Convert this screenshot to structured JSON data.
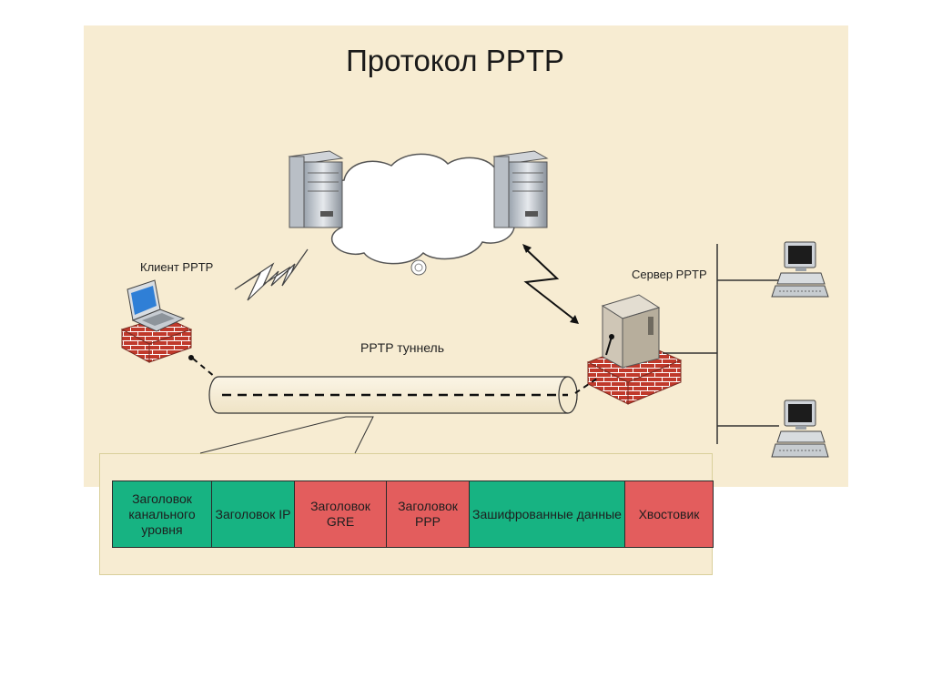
{
  "title": "Протокол PPTP",
  "labels": {
    "client": "Клиент PPTP",
    "server": "Сервер PPTP",
    "tunnel": "PPTP туннель"
  },
  "packet_fields": [
    {
      "text": "Заголовок канального уровня",
      "color": "#17b382"
    },
    {
      "text": "Заголовок IP",
      "color": "#17b382"
    },
    {
      "text": "Заголовок GRE",
      "color": "#e35d5d"
    },
    {
      "text": "Заголовок PPP",
      "color": "#e35d5d"
    },
    {
      "text": "Зашифрованные данные",
      "color": "#17b382"
    },
    {
      "text": "Хвостовик",
      "color": "#e35d5d"
    }
  ],
  "colors": {
    "background": "#f7ecd2",
    "green": "#17b382",
    "red": "#e35d5d",
    "brick": "#c0392b"
  }
}
